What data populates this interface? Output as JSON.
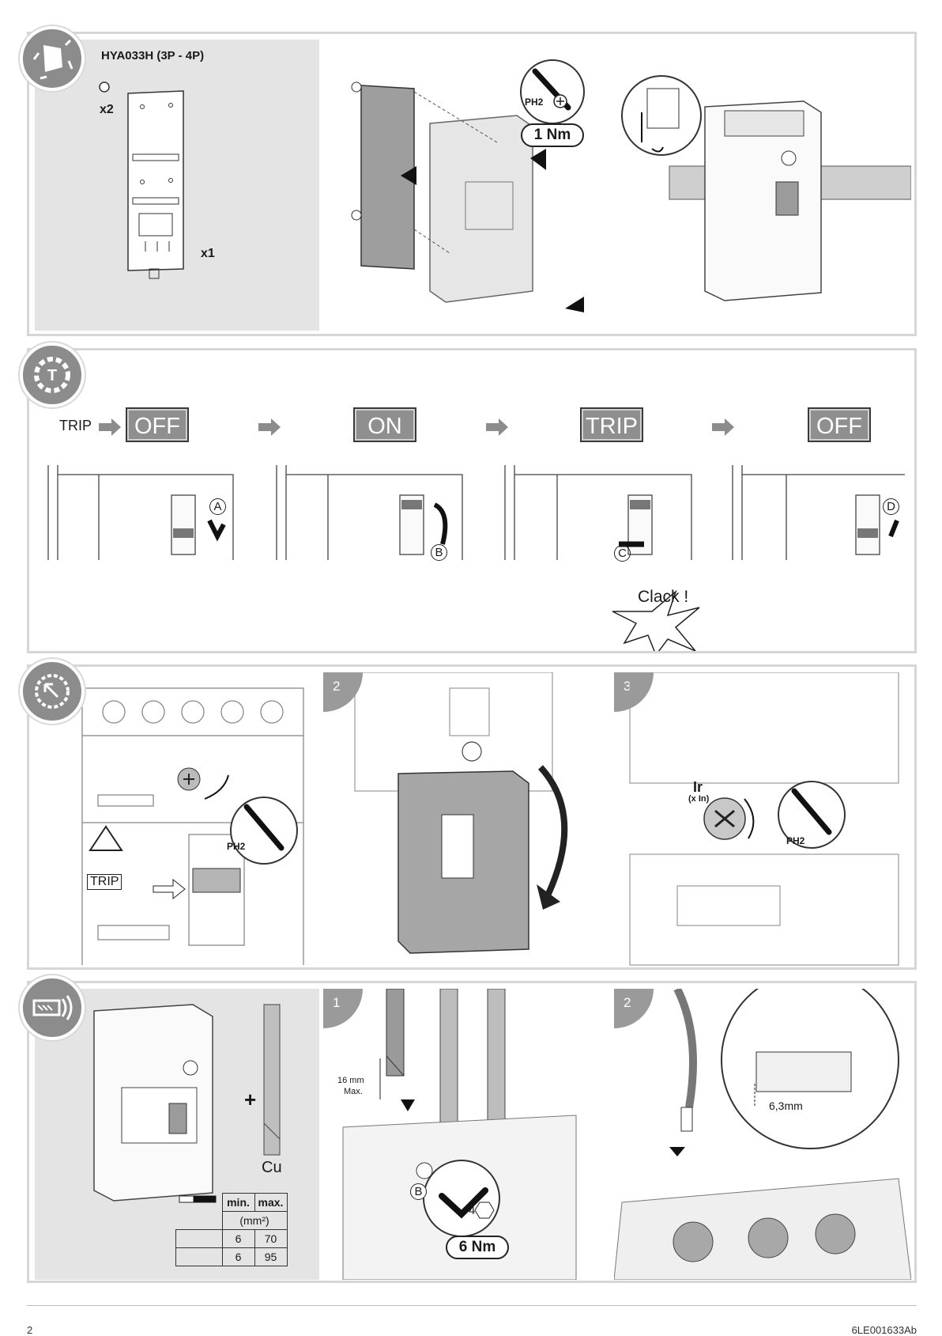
{
  "row1": {
    "product": "HYA033H (3P - 4P)",
    "qty_screws": "x2",
    "qty_plate": "x1",
    "screwdriver": "PH2",
    "torque": "1 Nm"
  },
  "row2": {
    "start_label": "TRIP",
    "states": [
      "OFF",
      "ON",
      "TRIP",
      "OFF"
    ],
    "steps": [
      "A",
      "B",
      "C",
      "D"
    ],
    "clack": "Clack !"
  },
  "row3": {
    "trip_label": "TRIP",
    "screwdriver_a": "PH2",
    "step2": "2",
    "step3": "3",
    "ir_label": "Ir",
    "ir_sub": "(x In)",
    "screwdriver_b": "PH2"
  },
  "row4": {
    "plus": "+",
    "cu": "Cu",
    "table": {
      "headers": [
        "min.",
        "max."
      ],
      "unit": "(mm²)",
      "rows": [
        [
          "6",
          "70"
        ],
        [
          "6",
          "95"
        ]
      ]
    },
    "step1": "1",
    "strip_length": "16 mm",
    "strip_max": "Max.",
    "callout": "B",
    "hex": "4",
    "torque": "6 Nm",
    "step2": "2",
    "tab_size": "6,3mm"
  },
  "footer": {
    "page": "2",
    "code": "6LE001633Ab"
  }
}
